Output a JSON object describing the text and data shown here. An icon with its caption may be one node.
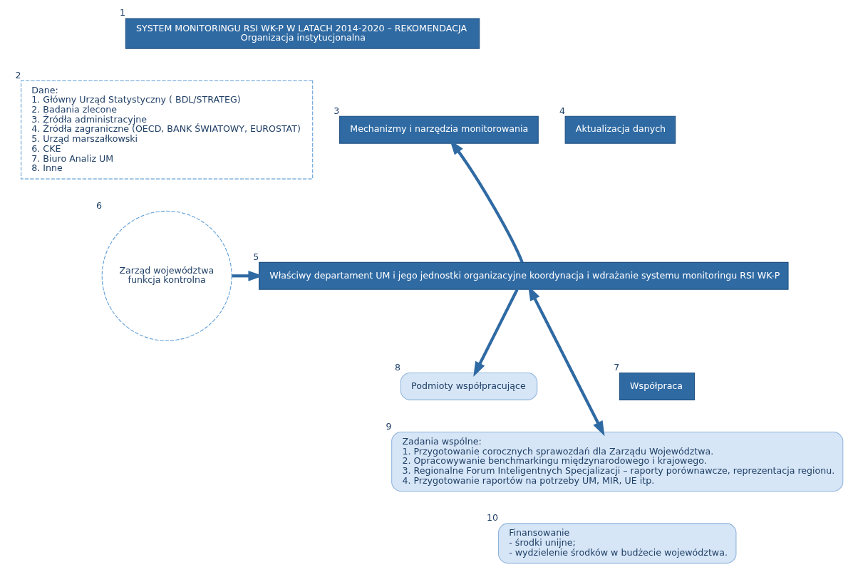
{
  "diagram": {
    "nodes": [
      {
        "text": [
          "SYSTEM MONITORINGU RSI WK-P W LATACH 2014-2020 – REKOMENDACJA",
          "Organizacja instytucjonalna"
        ],
        "beside": [
          "1"
        ]
      },
      {
        "text": [
          "Dane:",
          "1. Główny Urząd Statystyczny ( BDL/STRATEG)",
          "2. Badania zlecone",
          "3. Źródła administracyjne",
          "4. Źródła zagraniczne (OECD, BANK ŚWIATOWY, EUROSTAT)",
          "5. Urząd marszałkowski",
          "6. CKE",
          "7. Biuro Analiz UM",
          "8. Inne"
        ],
        "beside": [
          "2"
        ]
      },
      {
        "text": [
          "Mechanizmy i narzędzia monitorowania"
        ],
        "beside": [
          "3"
        ]
      },
      {
        "text": [
          "Aktualizacja danych"
        ],
        "beside": [
          "4"
        ]
      },
      {
        "text": [
          "Właściwy departament UM i jego jednostki organizacyjne koordynacja i wdrażanie systemu monitoringu RSI WK-P"
        ],
        "beside": [
          "5"
        ]
      },
      {
        "text": [
          "Zarząd województwa",
          "funkcja kontrolna"
        ],
        "beside": [
          "6"
        ]
      },
      {
        "text": [
          "Współpraca"
        ],
        "beside": [
          "7"
        ]
      },
      {
        "text": [
          "Podmioty współpracujące"
        ],
        "beside": [
          "8"
        ]
      },
      {
        "text": [
          "Zadania wspólne:",
          "1. Przygotowanie corocznych sprawozdań dla Zarządu Województwa.",
          "2. Opracowywanie benchmarkingu międzynarodowego i krajowego.",
          "3. Regionalne Forum Inteligentnych Specjalizacji – raporty porównawcze, reprezentacja regionu.",
          "4. Przygotowanie raportów na potrzeby UM, MIR, UE itp."
        ],
        "beside": [
          "9"
        ]
      },
      {
        "text": [
          "Finansowanie",
          "- środki unijne;",
          "- wydzielenie środków w budżecie województwa."
        ],
        "beside": [
          "10"
        ]
      }
    ],
    "edges": [
      {
        "from": 4,
        "to": 2,
        "arrow": "to"
      },
      {
        "from": 5,
        "to": 4,
        "arrow": "to"
      },
      {
        "from": 4,
        "to": 7,
        "arrow": "to"
      },
      {
        "from": 4,
        "to": 8,
        "arrow": "both"
      }
    ]
  }
}
